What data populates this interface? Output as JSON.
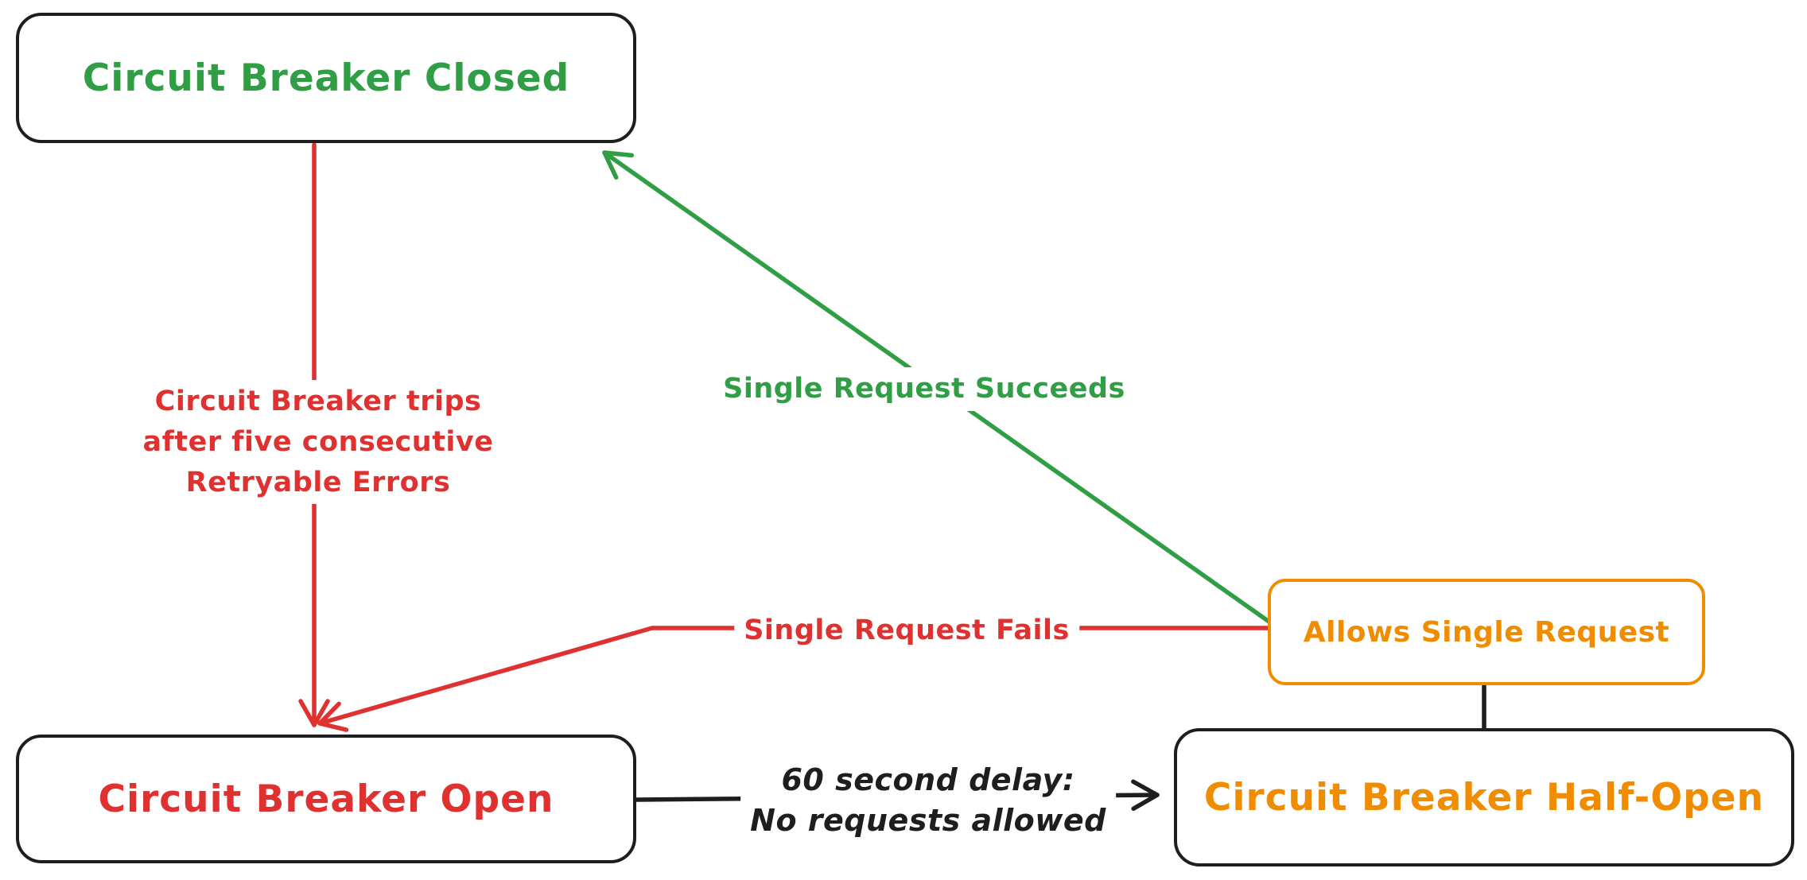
{
  "colors": {
    "green": "#2f9e44",
    "red": "#e03131",
    "orange": "#f08c00",
    "black": "#1e1e1e",
    "bg": "#ffffff"
  },
  "nodes": {
    "closed": {
      "label": "Circuit Breaker Closed"
    },
    "open": {
      "label": "Circuit Breaker Open"
    },
    "half_open": {
      "label": "Circuit Breaker Half-Open"
    },
    "allows": {
      "label": "Allows Single Request"
    }
  },
  "edges": {
    "trips": {
      "lines": [
        "Circuit Breaker trips",
        "after five consecutive",
        "Retryable Errors"
      ]
    },
    "succeeds": {
      "label": "Single Request Succeeds"
    },
    "fails": {
      "label": "Single Request Fails"
    },
    "delay": {
      "lines": [
        "60 second delay:",
        "No requests allowed"
      ]
    }
  }
}
